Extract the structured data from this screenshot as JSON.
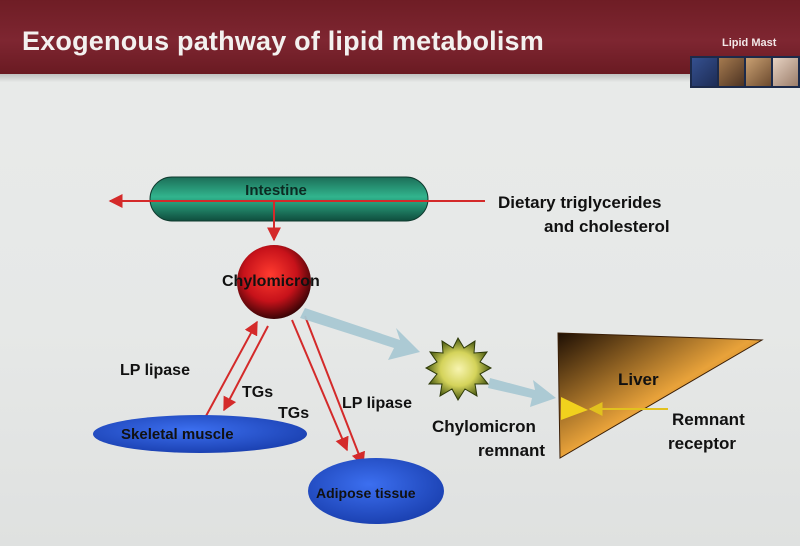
{
  "header": {
    "title": "Exogenous pathway of lipid metabolism",
    "brand": "Lipid Mast"
  },
  "diagram": {
    "intestine": "Intestine",
    "dietary_line1": "Dietary triglycerides",
    "dietary_line2": "and cholesterol",
    "chylomicron": "Chylomicron",
    "lp_lipase_left": "LP lipase",
    "lp_lipase_right": "LP lipase",
    "tgs_1": "TGs",
    "tgs_2": "TGs",
    "skeletal_muscle": "Skeletal muscle",
    "adipose_tissue": "Adipose tissue",
    "remnant_line1": "Chylomicron",
    "remnant_line2": "remnant",
    "liver": "Liver",
    "receptor_line1": "Remnant",
    "receptor_line2": "receptor"
  },
  "colors": {
    "header": "#7a2430",
    "arrow_red": "#d42a2a",
    "arrow_flow": "#a9c8d3",
    "intestine": "#1f8f6f",
    "tissue": "#1f4fd0",
    "liver": "#c9781b",
    "receptor": "#f1d11d"
  }
}
